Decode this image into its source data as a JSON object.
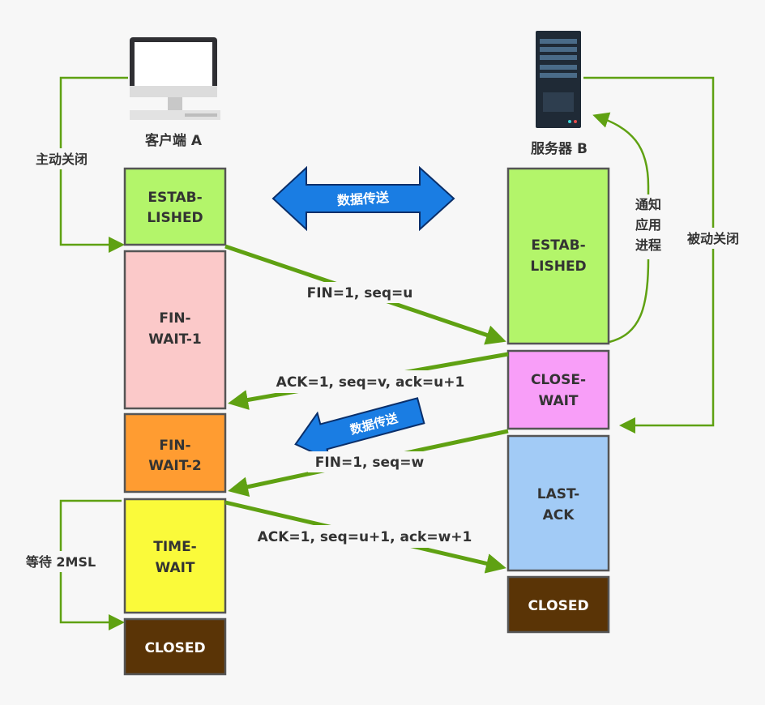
{
  "client": {
    "label": "客户端 A",
    "action": "主动关闭",
    "wait_label": "等待 2MSL",
    "states": [
      {
        "line1": "ESTAB-",
        "line2": "LISHED",
        "color": "#b3f56a",
        "text_color": "#333333"
      },
      {
        "line1": "FIN-",
        "line2": "WAIT-1",
        "color": "#fbc9c9",
        "text_color": "#333333"
      },
      {
        "line1": "FIN-",
        "line2": "WAIT-2",
        "color": "#ff9c31",
        "text_color": "#333333"
      },
      {
        "line1": "TIME-",
        "line2": "WAIT",
        "color": "#fafa3a",
        "text_color": "#333333"
      },
      {
        "line1": "CLOSED",
        "line2": "",
        "color": "#5a3406",
        "text_color": "#ffffff"
      }
    ]
  },
  "server": {
    "label": "服务器  B",
    "action": "被动关闭",
    "notify": [
      "通知",
      "应用",
      "进程"
    ],
    "states": [
      {
        "line1": "ESTAB-",
        "line2": "LISHED",
        "color": "#b3f56a",
        "text_color": "#333333"
      },
      {
        "line1": "CLOSE-",
        "line2": "WAIT",
        "color": "#f89ef8",
        "text_color": "#333333"
      },
      {
        "line1": "LAST-",
        "line2": "ACK",
        "color": "#a2cbf6",
        "text_color": "#333333"
      },
      {
        "line1": "CLOSED",
        "line2": "",
        "color": "#5a3406",
        "text_color": "#ffffff"
      }
    ]
  },
  "transfer_label": "数据传送",
  "messages": [
    "FIN=1, seq=u",
    "ACK=1, seq=v, ack=u+1",
    "FIN=1, seq=w",
    "ACK=1, seq=u+1, ack=w+1"
  ],
  "colors": {
    "line_green": "#5fa112",
    "arrow_blue": "#1a7de3",
    "border": "#555555"
  }
}
